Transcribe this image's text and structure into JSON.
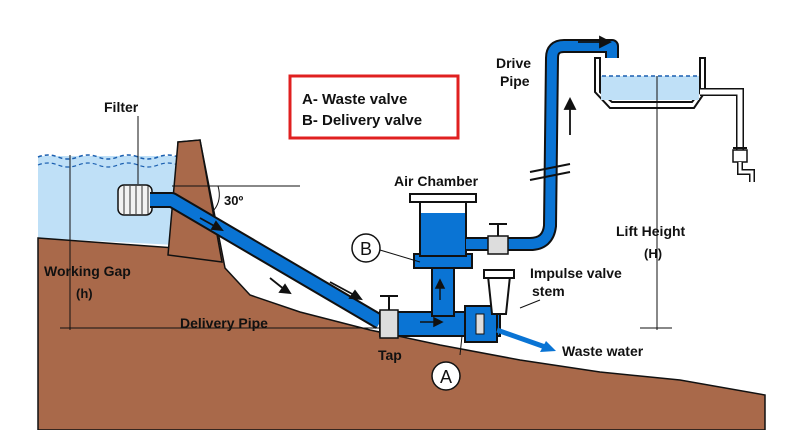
{
  "legend": {
    "line_a": "A- Waste valve",
    "line_b": "B- Delivery valve"
  },
  "labels": {
    "filter": "Filter",
    "angle": "30º",
    "working_gap": "Working Gap",
    "working_gap_symbol": "(h)",
    "delivery_pipe": "Delivery Pipe",
    "tap": "Tap",
    "air_chamber": "Air Chamber",
    "drive_pipe_1": "Drive",
    "drive_pipe_2": "Pipe",
    "lift_height": "Lift Height",
    "lift_height_symbol": "(H)",
    "impulse_valve_1": "Impulse valve",
    "impulse_valve_2": "stem",
    "waste_water": "Waste water",
    "marker_a": "A",
    "marker_b": "B"
  },
  "colors": {
    "water": "#0a74d4",
    "water_light": "#bfe0f7",
    "ground": "#a9694a",
    "outline": "#111111",
    "legend_border": "#e02020"
  }
}
